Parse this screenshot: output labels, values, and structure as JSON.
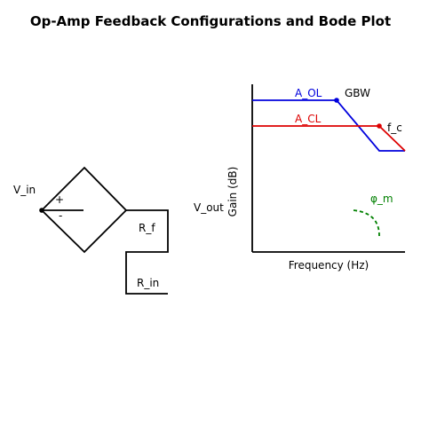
{
  "title": "Op-Amp Feedback Configurations and Bode Plot",
  "circuit": {
    "input_label": "V_in",
    "plus_sign": "+",
    "minus_sign": "-",
    "output_label": "V_out",
    "feedback_resistor_label": "R_f",
    "input_resistor_label": "R_in"
  },
  "bode": {
    "ylabel": "Gain (dB)",
    "xlabel": "Frequency (Hz)",
    "open_loop_label": "A_OL",
    "closed_loop_label": "A_CL",
    "gbw_label": "GBW",
    "corner_label": "f_c",
    "phase_margin_label": "φ_m",
    "colors": {
      "open_loop": "#0000dd",
      "closed_loop": "#dd0000",
      "phase_margin": "#008000",
      "axes": "#000000"
    }
  }
}
